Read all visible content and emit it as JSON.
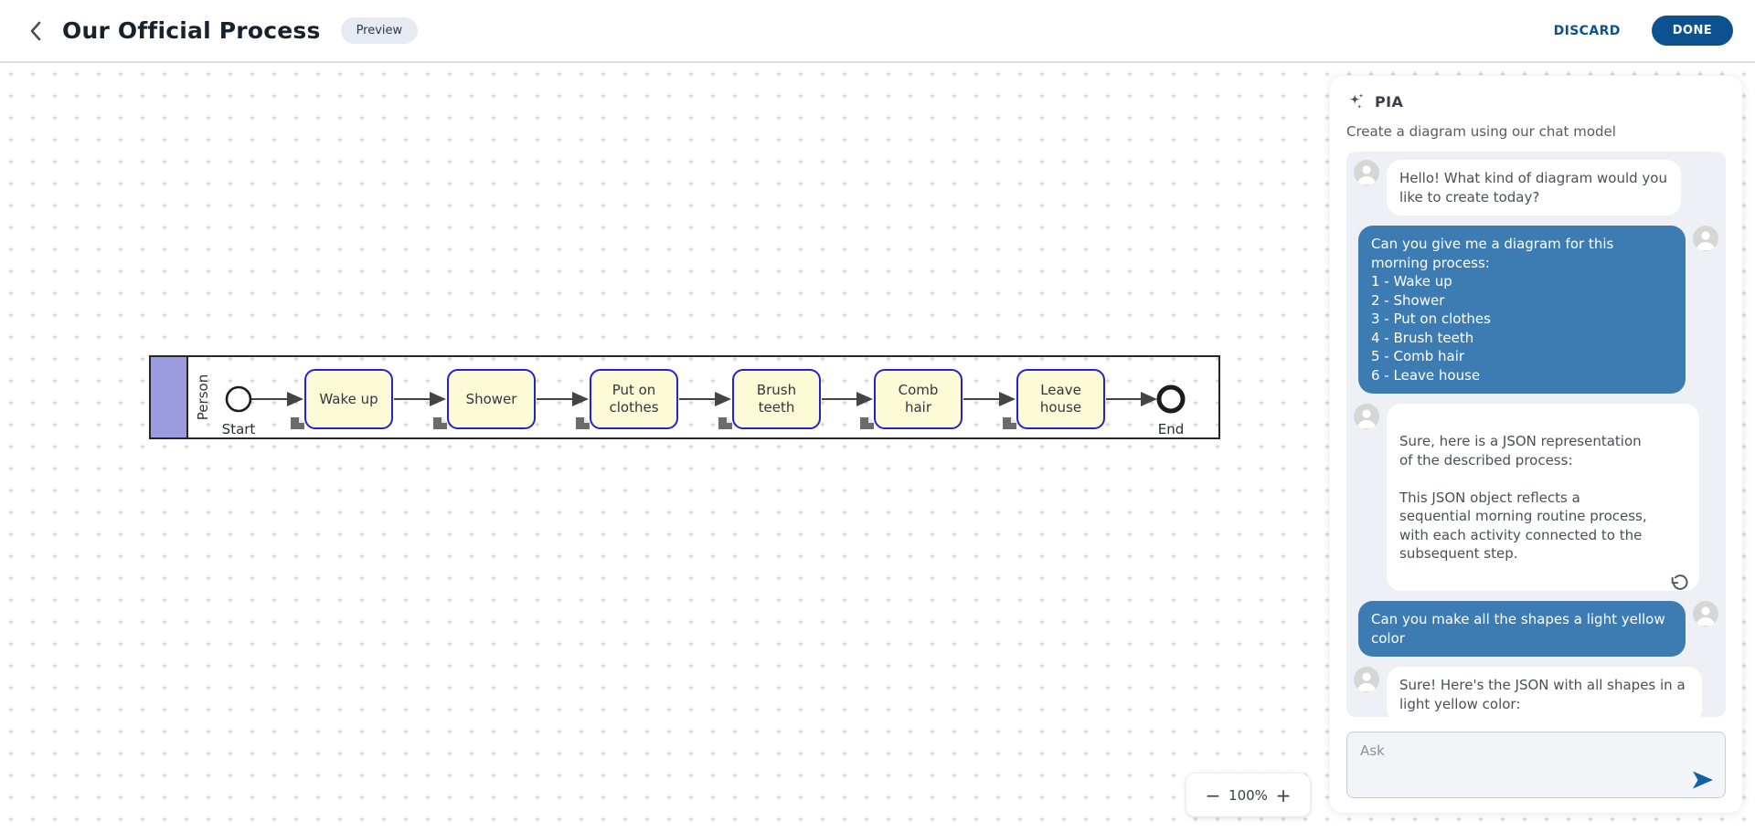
{
  "header": {
    "title": "Our Official Process",
    "preview_badge": "Preview",
    "discard_label": "DISCARD",
    "done_label": "DONE"
  },
  "diagram": {
    "lane_label": "Person",
    "start_label": "Start",
    "end_label": "End",
    "tasks": [
      {
        "label": "Wake up"
      },
      {
        "label": "Shower"
      },
      {
        "label": "Put on clothes"
      },
      {
        "label": "Brush teeth"
      },
      {
        "label": "Comb hair"
      },
      {
        "label": "Leave house"
      }
    ],
    "colors": {
      "task_fill": "#fdfad8",
      "task_border": "#2323cc",
      "lane_band": "#9b9cdf",
      "connector": "#444444"
    }
  },
  "zoom_controls": {
    "zoom_out": "−",
    "zoom_level": "100%",
    "zoom_in": "+"
  },
  "assistant_panel": {
    "title": "PIA",
    "subtitle": "Create a diagram using our chat model",
    "messages": [
      {
        "role": "assistant",
        "text": "Hello! What kind of diagram would you like to create today?"
      },
      {
        "role": "user",
        "text": "Can you give me a diagram for this morning process:\n1 - Wake up\n2 - Shower\n3 - Put on clothes\n4 - Brush teeth\n5 - Comb hair\n6 - Leave house"
      },
      {
        "role": "assistant",
        "text": "Sure, here is a JSON representation of the described process:\n\nThis JSON object reflects a sequential morning routine process, with each activity connected to the subsequent step."
      },
      {
        "role": "user",
        "text": "Can you make all the shapes a light yellow color"
      },
      {
        "role": "assistant",
        "text": "Sure! Here's the JSON with all shapes in a light yellow color:"
      }
    ],
    "input": {
      "placeholder": "Ask"
    }
  },
  "colors": {
    "accent": "#0d5290",
    "user_bubble": "#3d7cb2"
  }
}
